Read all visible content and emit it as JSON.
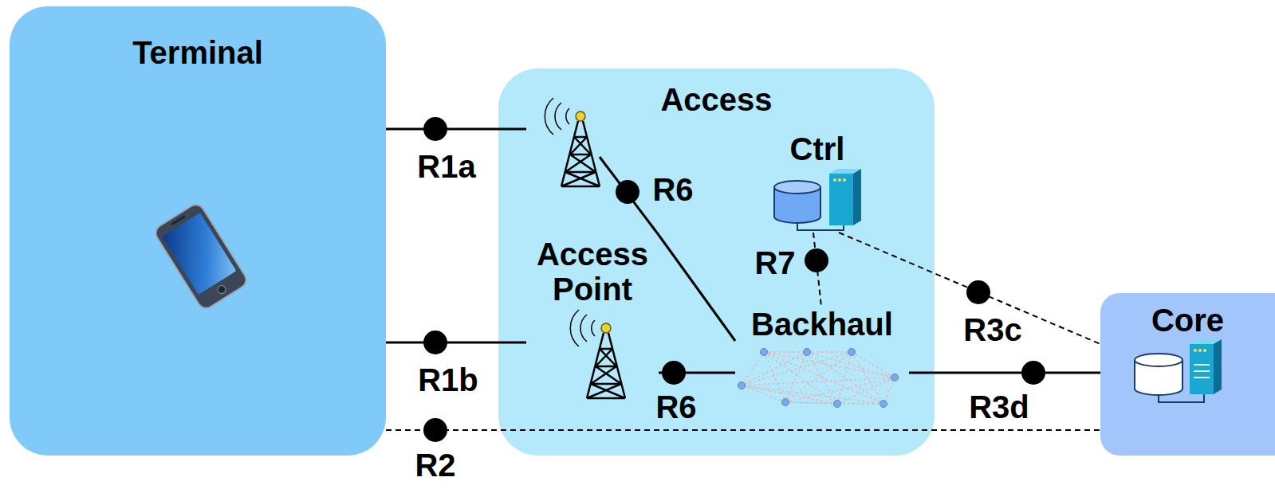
{
  "diagram": {
    "nodes": [
      {
        "text": [
          "Terminal"
        ]
      },
      {
        "text": [
          "Access"
        ]
      },
      {
        "text": [
          "Access Point"
        ],
        "in": 1
      },
      {
        "text": [
          "Ctrl"
        ],
        "in": 1
      },
      {
        "text": [
          "Backhaul"
        ],
        "in": 1
      },
      {
        "text": [
          "Core"
        ]
      }
    ],
    "edges": [
      {
        "from": 0,
        "to": 2,
        "label": "R1a",
        "arrow": "none"
      },
      {
        "from": 0,
        "to": 2,
        "label": "R1b",
        "arrow": "none"
      },
      {
        "from": 2,
        "to": 4,
        "label": "R6",
        "arrow": "none"
      },
      {
        "from": 2,
        "to": 4,
        "label": "R6",
        "arrow": "none"
      },
      {
        "from": 3,
        "to": 4,
        "label": "R7",
        "arrow": "none"
      },
      {
        "from": 3,
        "to": 5,
        "label": "R3c",
        "arrow": "none"
      },
      {
        "from": 4,
        "to": 5,
        "label": "R3d",
        "arrow": "none"
      },
      {
        "from": 0,
        "to": 5,
        "label": "R2",
        "arrow": "none"
      }
    ]
  }
}
